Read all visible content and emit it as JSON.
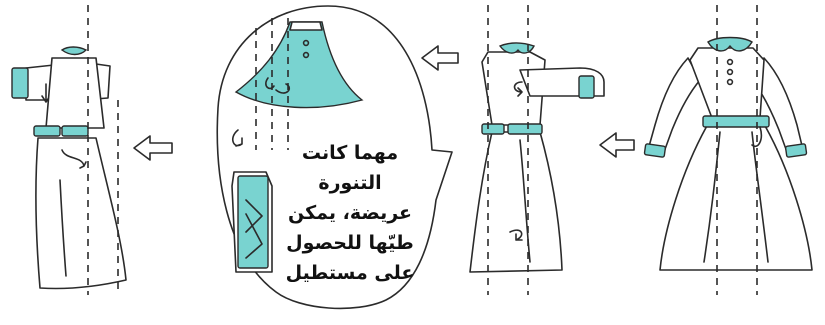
{
  "colors": {
    "accent": "#79d3d0",
    "line": "#2b2b2b",
    "background": "#ffffff"
  },
  "icons": [
    "arrow-left-icon",
    "fold-arrow-icon",
    "dashed-fold-line"
  ],
  "steps": [
    {
      "name": "step-1-flat-dress"
    },
    {
      "name": "step-2-sleeves-folded"
    },
    {
      "name": "step-3-skirt-detail"
    },
    {
      "name": "step-4-folded-dress"
    }
  ],
  "callout": {
    "lines": [
      "مهما كانت",
      "التنورة",
      "عريضة، يمكن",
      "طيّها للحصول",
      "على مستطيل"
    ]
  }
}
